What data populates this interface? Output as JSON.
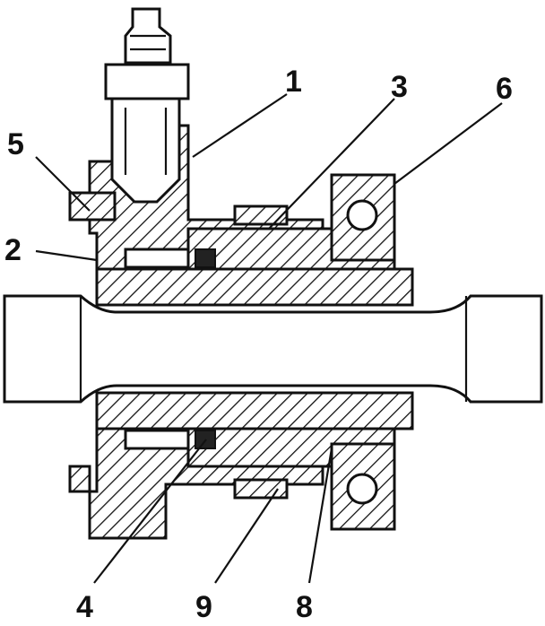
{
  "diagram": {
    "callouts": [
      {
        "id": "1",
        "text": "1"
      },
      {
        "id": "2",
        "text": "2"
      },
      {
        "id": "3",
        "text": "3"
      },
      {
        "id": "4",
        "text": "4"
      },
      {
        "id": "5",
        "text": "5"
      },
      {
        "id": "6",
        "text": "6"
      },
      {
        "id": "8",
        "text": "8"
      },
      {
        "id": "9",
        "text": "9"
      }
    ]
  },
  "colors": {
    "ink": "#111111",
    "paper": "#ffffff"
  }
}
